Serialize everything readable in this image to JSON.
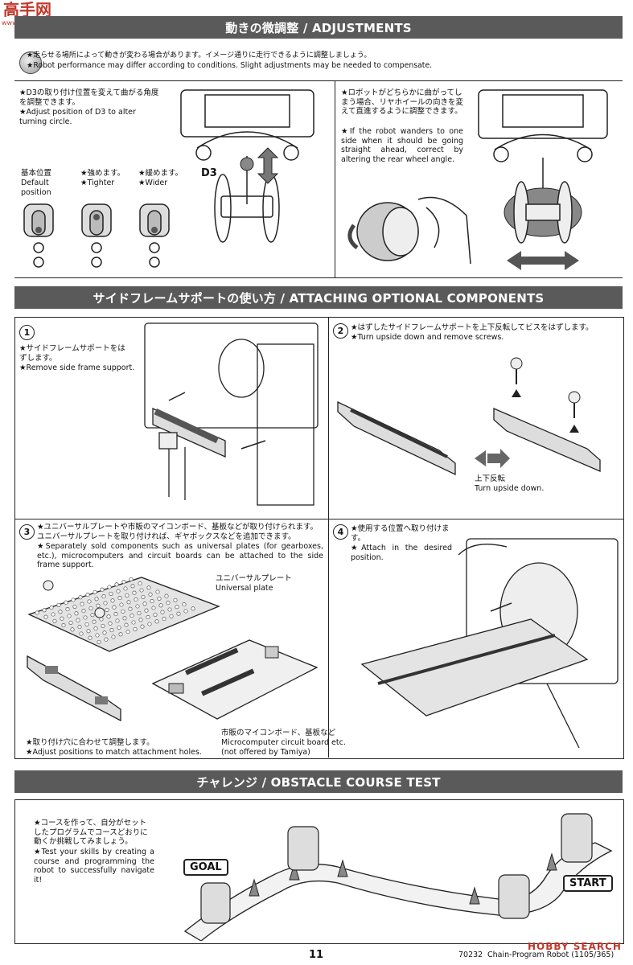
{
  "watermark_top": {
    "logo": "高手网",
    "url": "www.gaoshou.net"
  },
  "sections": {
    "adjustments": {
      "title": "動きの微調整 / ADJUSTMENTS",
      "intro_jp": "★走らせる場所によって動きが変わる場合があります。イメージ通りに走行できるように調整しましょう。",
      "intro_en": "★Robot performance may differ according to conditions. Slight adjustments may be needed to compensate.",
      "left": {
        "jp": "★D3の取り付け位置を変えて曲がる角度を調整できます。",
        "en": "★Adjust position of D3 to alter turning circle.",
        "part_label": "D3",
        "options": [
          {
            "jp": "基本位置",
            "en": "Default position"
          },
          {
            "jp": "★強めます。",
            "en": "★Tighter"
          },
          {
            "jp": "★緩めます。",
            "en": "★Wider"
          }
        ]
      },
      "right": {
        "jp": "★ロボットがどちらかに曲がってしまう場合、リヤホイールの向きを変えて直進するように調整できます。",
        "en": "★If the robot wanders to one side when it should be going straight ahead, correct by altering the rear wheel angle."
      }
    },
    "optional": {
      "title": "サイドフレームサポートの使い方 / ATTACHING OPTIONAL COMPONENTS",
      "steps": [
        {
          "num": "1",
          "jp": "★サイドフレームサポートをはずします。",
          "en": "★Remove side frame support."
        },
        {
          "num": "2",
          "jp": "★はずしたサイドフレームサポートを上下反転してビスをはずします。",
          "en": "★Turn upside down and remove screws.",
          "flip_jp": "上下反転",
          "flip_en": "Turn upside down."
        },
        {
          "num": "3",
          "jp": "★ユニバーサルプレートや市販のマイコンボード、基板などが取り付けられます。ユニバーサルプレートを取り付ければ、ギヤボックスなどを追加できます。",
          "en": "★Separately sold components such as universal plates (for gearboxes, etc.), microcomputers and circuit boards can be attached to the side frame support.",
          "plate_jp": "ユニバーサルプレート",
          "plate_en": "Universal plate",
          "board_jp": "市販のマイコンボード、基板など",
          "board_en": "Microcomputer circuit board etc.",
          "board_note": "(not offered by Tamiya)",
          "adjust_jp": "★取り付け穴に合わせて調整します。",
          "adjust_en": "★Adjust positions to match attachment holes."
        },
        {
          "num": "4",
          "jp": "★使用する位置へ取り付けます。",
          "en": "★Attach in the desired position."
        }
      ]
    },
    "challenge": {
      "title": "チャレンジ / OBSTACLE COURSE TEST",
      "jp": "★コースを作って、自分がセットしたプログラムでコースどおりに動くか挑戦してみましょう。",
      "en": "★Test your skills by creating a course and programming the robot to successfully navigate it!",
      "goal": "GOAL",
      "start": "START"
    }
  },
  "footer": {
    "page": "11",
    "code": "70232",
    "product": "Chain-Program Robot (1105/365)",
    "watermark": "HOBBY SEARCH"
  }
}
